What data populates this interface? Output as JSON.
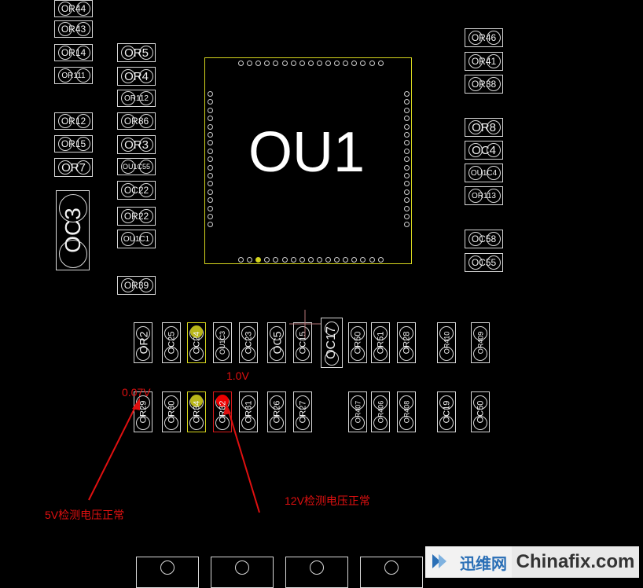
{
  "chip": {
    "label": "OU1"
  },
  "components": [
    {
      "id": "OR44",
      "label": "OR44"
    },
    {
      "id": "OR43",
      "label": "OR43"
    },
    {
      "id": "OR14",
      "label": "OR14"
    },
    {
      "id": "OR111",
      "label": "OR111"
    },
    {
      "id": "OR12",
      "label": "OR12"
    },
    {
      "id": "OR15",
      "label": "OR15"
    },
    {
      "id": "OR7",
      "label": "OR7"
    },
    {
      "id": "OC3",
      "label": "OC3"
    },
    {
      "id": "OR5",
      "label": "OR5"
    },
    {
      "id": "OR4",
      "label": "OR4"
    },
    {
      "id": "OR112",
      "label": "OR112"
    },
    {
      "id": "OR86",
      "label": "OR86"
    },
    {
      "id": "OR3",
      "label": "OR3"
    },
    {
      "id": "OU1C55",
      "label": "OU1C55"
    },
    {
      "id": "OC22",
      "label": "OC22"
    },
    {
      "id": "OR22",
      "label": "OR22"
    },
    {
      "id": "OU1C1",
      "label": "OU1C1"
    },
    {
      "id": "OR39",
      "label": "OR39"
    },
    {
      "id": "OR46",
      "label": "OR46"
    },
    {
      "id": "OR41",
      "label": "OR41"
    },
    {
      "id": "OR38",
      "label": "OR38"
    },
    {
      "id": "OR8",
      "label": "OR8"
    },
    {
      "id": "OC4",
      "label": "OC4"
    },
    {
      "id": "OU1C4",
      "label": "OU1C4"
    },
    {
      "id": "OR113",
      "label": "OR113"
    },
    {
      "id": "OC58",
      "label": "OC58"
    },
    {
      "id": "OC55",
      "label": "OC55"
    },
    {
      "id": "OR2",
      "label": "OR2"
    },
    {
      "id": "OC25",
      "label": "OC25"
    },
    {
      "id": "OC24",
      "label": "OC24"
    },
    {
      "id": "OU1C3",
      "label": "OU1C3"
    },
    {
      "id": "OC23",
      "label": "OC23"
    },
    {
      "id": "OC5",
      "label": "OC5"
    },
    {
      "id": "OC15",
      "label": "OC15"
    },
    {
      "id": "OC17",
      "label": "OC17"
    },
    {
      "id": "OR50",
      "label": "OR50"
    },
    {
      "id": "OR51",
      "label": "OR51"
    },
    {
      "id": "OR28",
      "label": "OR28"
    },
    {
      "id": "OR410",
      "label": "OR410"
    },
    {
      "id": "OR409",
      "label": "OR409"
    },
    {
      "id": "OR29",
      "label": "OR29"
    },
    {
      "id": "OR30",
      "label": "OR30"
    },
    {
      "id": "OR34",
      "label": "OR34"
    },
    {
      "id": "OR32",
      "label": "OR32"
    },
    {
      "id": "OR31",
      "label": "OR31"
    },
    {
      "id": "OR26",
      "label": "OR26"
    },
    {
      "id": "OR27",
      "label": "OR27"
    },
    {
      "id": "OR407",
      "label": "OR407"
    },
    {
      "id": "OR406",
      "label": "OR406"
    },
    {
      "id": "OR408",
      "label": "OR408"
    },
    {
      "id": "OC19",
      "label": "OC19"
    },
    {
      "id": "OC50",
      "label": "OC50"
    }
  ],
  "annotations": {
    "v1": "1.0V",
    "v2": "0.07V",
    "note1": "5V检测电压正常",
    "note2": "12V检测电压正常"
  },
  "watermark": {
    "left": "迅维网",
    "right": "Chinafix.com"
  },
  "colors": {
    "background": "#000000",
    "outline": "#d8d8d8",
    "selected": "#d6d61e",
    "annotation": "#e01010"
  }
}
